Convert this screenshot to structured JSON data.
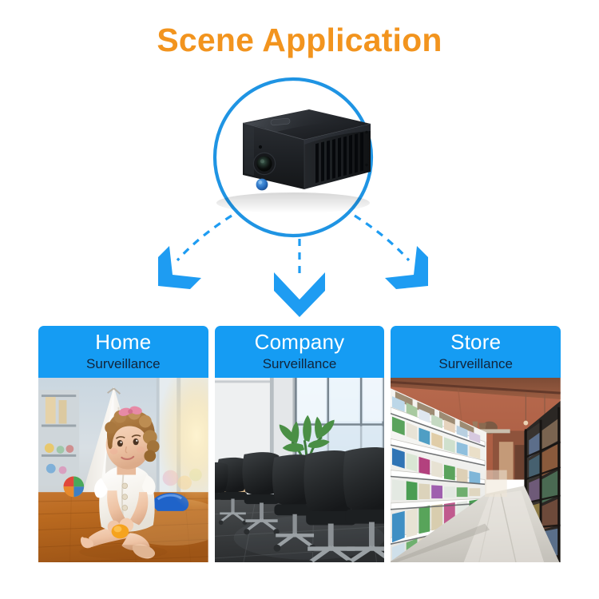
{
  "page": {
    "title": "Scene Application",
    "background": "#ffffff",
    "title_color": "#f2941e"
  },
  "hero": {
    "circle_color": "#1f94e3",
    "arrow_color": "#1e9cf2",
    "device": {
      "name": "mini-security-camera",
      "body_color": "#1b1d20",
      "lens_accent": "#2b3a33",
      "button_color": "#2f7fd6"
    },
    "arrows": [
      {
        "name": "arrow-to-home",
        "direction": "down-left"
      },
      {
        "name": "arrow-to-company",
        "direction": "down"
      },
      {
        "name": "arrow-to-store",
        "direction": "down-right"
      }
    ]
  },
  "cards": [
    {
      "title": "Home",
      "subtitle": "Surveillance",
      "header_bg": "#159cf3",
      "title_color": "#ffffff",
      "subtitle_color": "#11243a",
      "photo_name": "home-toddler-playing-photo"
    },
    {
      "title": "Company",
      "subtitle": "Surveillance",
      "header_bg": "#159cf3",
      "title_color": "#ffffff",
      "subtitle_color": "#11243a",
      "photo_name": "company-conference-room-photo"
    },
    {
      "title": "Store",
      "subtitle": "Surveillance",
      "header_bg": "#159cf3",
      "title_color": "#ffffff",
      "subtitle_color": "#11243a",
      "photo_name": "store-retail-aisle-photo"
    }
  ]
}
